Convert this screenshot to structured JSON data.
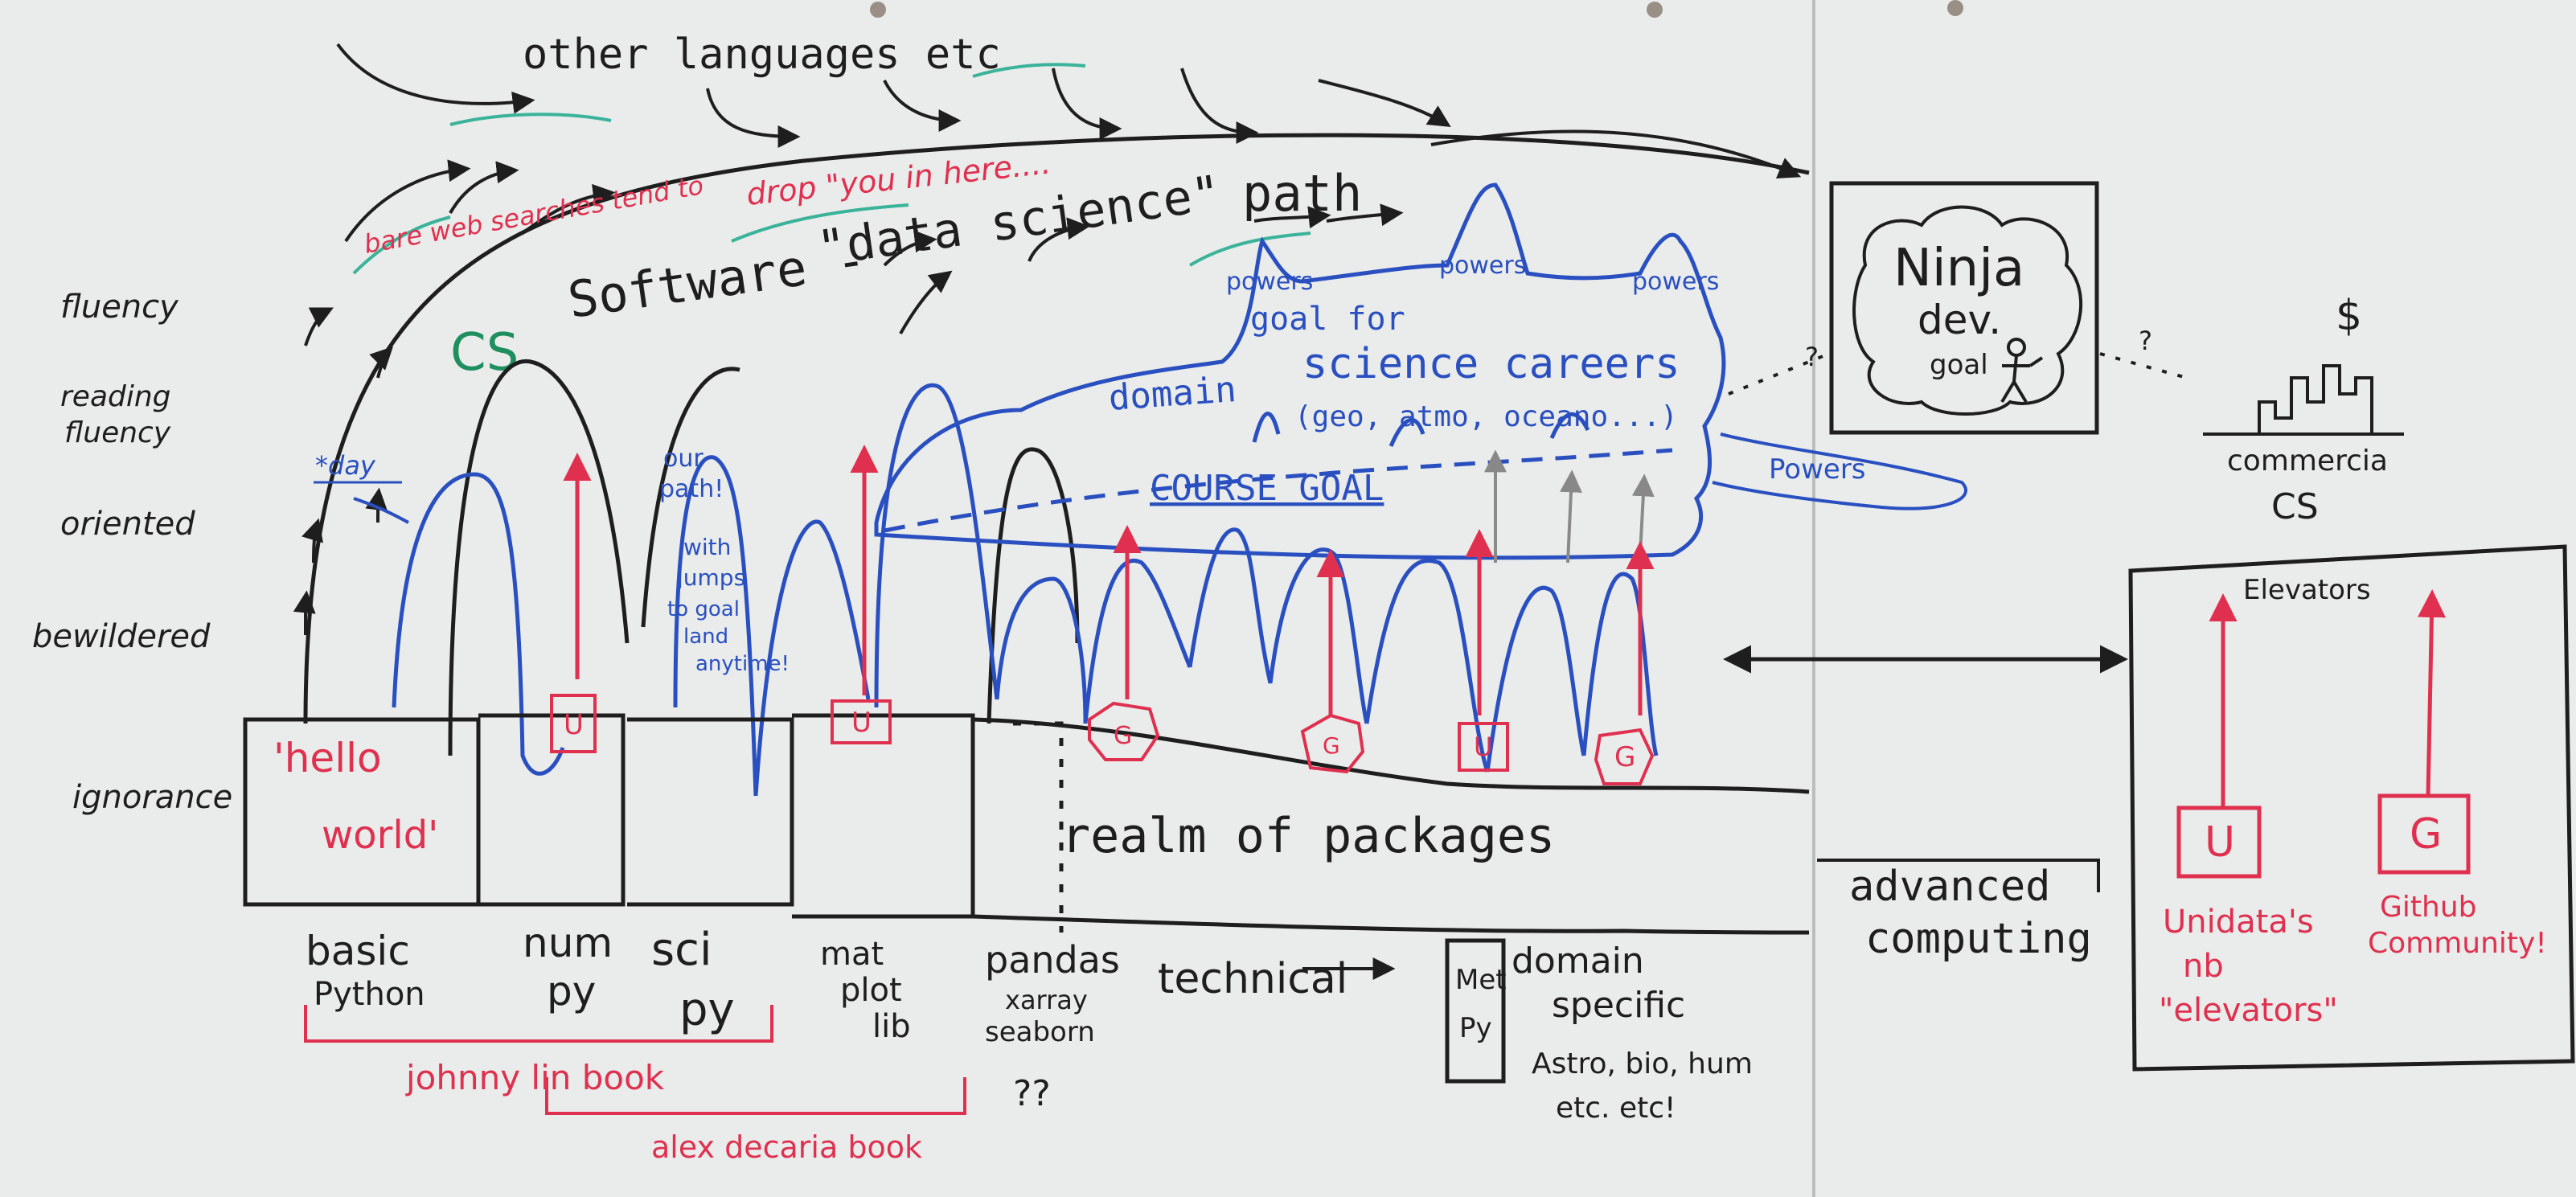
{
  "colors": {
    "board": "#e9ecea",
    "black": "#1e1e1e",
    "red": "#e0304f",
    "blue": "#2a4fc0",
    "green": "#1f8f5f",
    "teal": "#3bb39a"
  },
  "top_path": {
    "other_languages": "other languages etc",
    "web_searches": "bare web searches tend to",
    "drop_you": "drop \"you in here....",
    "cs": "CS",
    "software": "Software -",
    "data_science": "\"data science\"",
    "path": "path"
  },
  "y_levels": {
    "fluency": "fluency",
    "reading_fluency_1": "reading",
    "reading_fluency_2": "fluency",
    "oriented": "oriented",
    "bewildered": "bewildered",
    "ignorance": "ignorance"
  },
  "blue_annotations": {
    "today": "*day",
    "our_path_1": "our",
    "our_path_2": "path!",
    "with_1": "with",
    "with_2": "jumps",
    "with_3": "to goal",
    "with_4": "land",
    "with_5": "anytime!",
    "powers_1": "powers",
    "powers_2": "powers",
    "powers_3": "powers",
    "powers_4": "Powers",
    "goal_for": "goal for",
    "domain": "domain",
    "science_careers": "science careers",
    "geo": "(geo, atmo, oceano...)",
    "course_goal": "COURSE GOAL"
  },
  "blocks": {
    "hello": "'hello",
    "world": "world'",
    "realm": "realm of packages"
  },
  "badges": {
    "u": "U",
    "g": "G"
  },
  "packages": {
    "basic": "basic",
    "python": "Python",
    "num": "num",
    "num_py": "py",
    "sci": "sci",
    "sci_py": "py",
    "mat": "mat",
    "plot": "plot",
    "lib": "lib",
    "pandas": "pandas",
    "xarray": "xarray",
    "seaborn": "seaborn",
    "qq": "??",
    "technical": "technical",
    "met": "Met",
    "met_py": "Py",
    "domain_specific_1": "domain",
    "domain_specific_2": "specific",
    "astro": "Astro, bio, hum",
    "etc": "etc. etc!"
  },
  "books": {
    "johnny": "johnny lin book",
    "alex": "alex decaria book"
  },
  "right_panel": {
    "ninja": "Ninja",
    "dev": "dev.",
    "goal": "goal",
    "q1": "?",
    "q2": "?",
    "dollar": "$",
    "commercial": "commercia",
    "cs": "CS",
    "elevators": "Elevators",
    "advanced_1": "advanced",
    "advanced_2": "computing",
    "unidata_1": "Unidata's",
    "unidata_2": "nb",
    "unidata_3": "\"elevators\"",
    "github_1": "Github",
    "github_2": "Community!"
  }
}
